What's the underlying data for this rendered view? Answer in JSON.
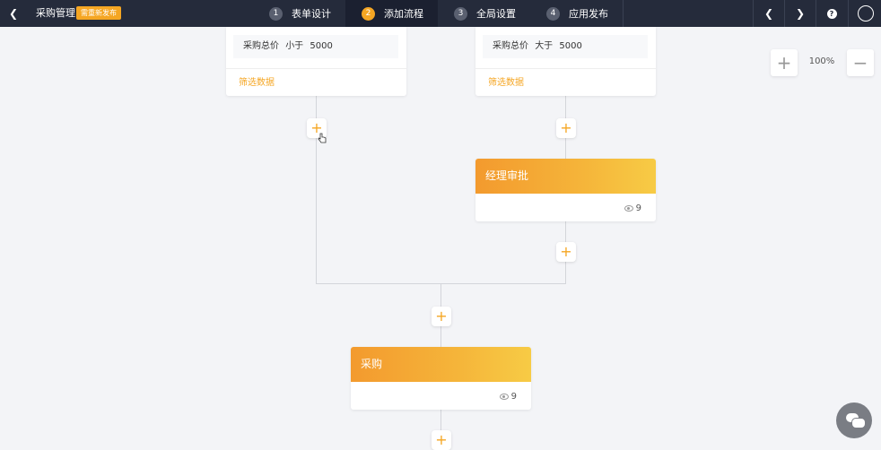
{
  "header": {
    "back_icon": "chevron-left-icon",
    "title": "采购管理",
    "badge": "需重新发布",
    "steps": [
      {
        "num": "1",
        "label": "表单设计"
      },
      {
        "num": "2",
        "label": "添加流程"
      },
      {
        "num": "3",
        "label": "全局设置"
      },
      {
        "num": "4",
        "label": "应用发布"
      }
    ],
    "active_step": 2,
    "controls": [
      "chevron-left-icon",
      "chevron-right-icon",
      "help-icon",
      "circle-icon"
    ]
  },
  "flow": {
    "branches": [
      {
        "field": "采购总价",
        "operator": "小于",
        "value": "5000",
        "filter_label": "筛选数据"
      },
      {
        "field": "采购总价",
        "operator": "大于",
        "value": "5000",
        "filter_label": "筛选数据"
      }
    ],
    "nodes": [
      {
        "title": "经理审批",
        "views": "9"
      },
      {
        "title": "采购",
        "views": "9"
      }
    ],
    "add_icon": "+"
  },
  "zoom": {
    "zoom_in": "+",
    "level": "100%",
    "zoom_out": "−"
  },
  "colors": {
    "accent": "#f5a623",
    "header_bg": "#252b3b",
    "canvas_bg": "#f3f4f7"
  }
}
